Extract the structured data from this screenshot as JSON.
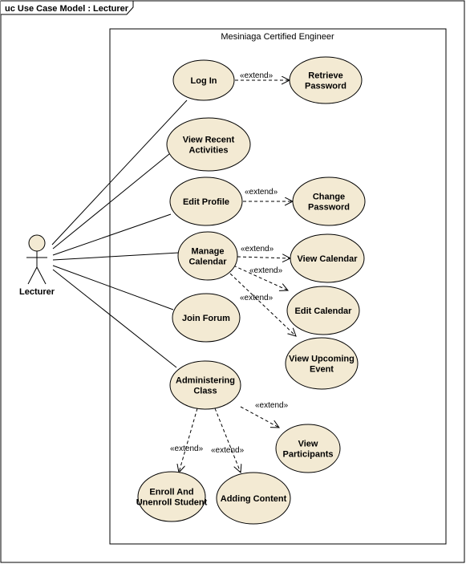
{
  "frame": {
    "title": "uc Use Case Model : Lecturer"
  },
  "system": {
    "name": "Mesiniaga Certified Engineer"
  },
  "actor": {
    "name": "Lecturer"
  },
  "extend_label": "«extend»",
  "use_cases": {
    "log_in": [
      "Log In"
    ],
    "retrieve_password": [
      "Retrieve",
      "Password"
    ],
    "view_recent_activities": [
      "View Recent",
      "Activities"
    ],
    "edit_profile": [
      "Edit Profile"
    ],
    "change_password": [
      "Change",
      "Password"
    ],
    "manage_calendar": [
      "Manage",
      "Calendar"
    ],
    "view_calendar": [
      "View Calendar"
    ],
    "edit_calendar": [
      "Edit Calendar"
    ],
    "view_upcoming_event": [
      "View Upcoming",
      "Event"
    ],
    "join_forum": [
      "Join Forum"
    ],
    "administering_class": [
      "Administering",
      "Class"
    ],
    "view_participants": [
      "View",
      "Participants"
    ],
    "enroll_unenroll_student": [
      "Enroll And",
      "Unenroll Student"
    ],
    "adding_content": [
      "Adding Content"
    ]
  },
  "colors": {
    "usecase_fill": "#f3ead3",
    "stroke": "#000000"
  }
}
